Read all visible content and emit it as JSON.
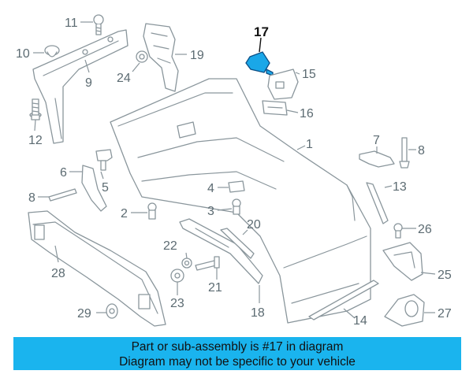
{
  "diagram": {
    "highlight_callout": "17",
    "callouts": [
      "1",
      "2",
      "3",
      "4",
      "5",
      "6",
      "7",
      "8",
      "8",
      "9",
      "10",
      "11",
      "12",
      "13",
      "14",
      "15",
      "16",
      "18",
      "19",
      "20",
      "21",
      "22",
      "23",
      "24",
      "25",
      "26",
      "27",
      "28",
      "29"
    ]
  },
  "banner": {
    "line1": "Part or sub-assembly is #17 in diagram",
    "line2": "Diagram may not be specific to your vehicle"
  },
  "colors": {
    "highlight_part": "#1aa7e8",
    "banner_background": "#1ab4ee",
    "line_art": "#8a969c"
  }
}
